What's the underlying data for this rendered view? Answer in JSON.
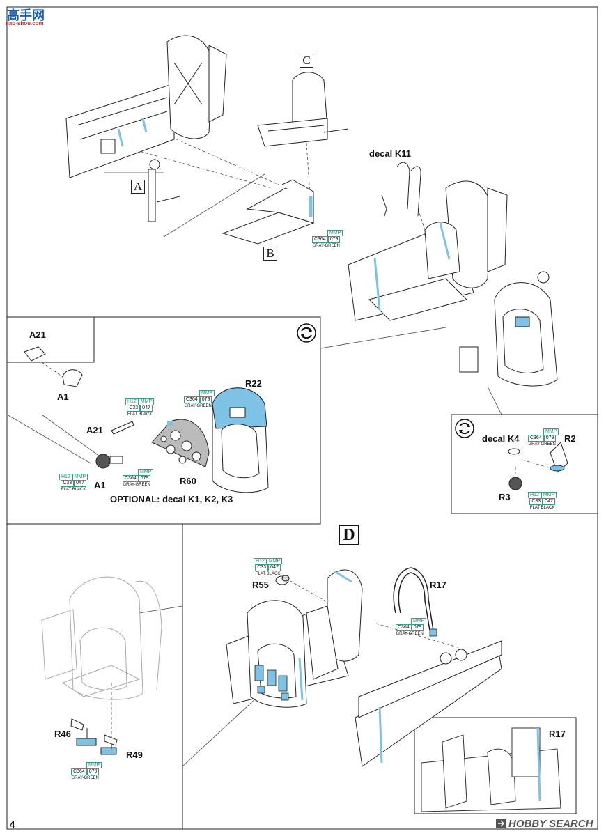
{
  "watermark_top": {
    "chinese": "高手网",
    "url": "nao-shou.com"
  },
  "watermark_bottom": "HOBBY SEARCH",
  "page_number": "4",
  "steps": {
    "A": "A",
    "B": "B",
    "C": "C",
    "D": "D"
  },
  "labels": {
    "decal_k11": "decal K11",
    "a21_top": "A21",
    "a1_top": "A1",
    "r22": "R22",
    "a21_mid": "A21",
    "a1_mid": "A1",
    "r60": "R60",
    "optional": "OPTIONAL: decal K1, K2, K3",
    "decal_k4": "decal K4",
    "r2": "R2",
    "r3": "R3",
    "r55": "R55",
    "r17_main": "R17",
    "r46": "R46",
    "r49": "R49",
    "r17_inset": "R17"
  },
  "paints": {
    "gray_green_b": {
      "h": "",
      "c": "C364",
      "m": "079",
      "name": "GRAY-GREEN"
    },
    "flat_black_inst": {
      "h": "H12",
      "c": "C33",
      "m": "047",
      "name": "FLAT BLACK"
    },
    "gray_green_r22": {
      "h": "",
      "c": "C364",
      "m": "079",
      "name": "GRAY-GREEN"
    },
    "gray_green_r60": {
      "h": "",
      "c": "C364",
      "m": "079",
      "name": "GRAY-GREEN"
    },
    "flat_black_a1": {
      "h": "H12",
      "c": "C33",
      "m": "047",
      "name": "FLAT BLACK"
    },
    "gray_green_r2": {
      "h": "",
      "c": "C364",
      "m": "079",
      "name": "GRAY-GREEN"
    },
    "flat_black_r3": {
      "h": "H12",
      "c": "C33",
      "m": "047",
      "name": "FLAT BLACK"
    },
    "flat_black_r55": {
      "h": "H12",
      "c": "C33",
      "m": "047",
      "name": "FLAT BLACK"
    },
    "gray_green_r17": {
      "h": "",
      "c": "C364",
      "m": "079",
      "name": "GRAY-GREEN"
    },
    "gray_green_r46": {
      "h": "",
      "c": "C364",
      "m": "079",
      "name": "GRAY-GREEN"
    }
  },
  "mmp_label": "MMP",
  "colors": {
    "highlight_blue": "#7ec3e6",
    "paint_green": "#2a8c7a",
    "line": "#222222"
  }
}
